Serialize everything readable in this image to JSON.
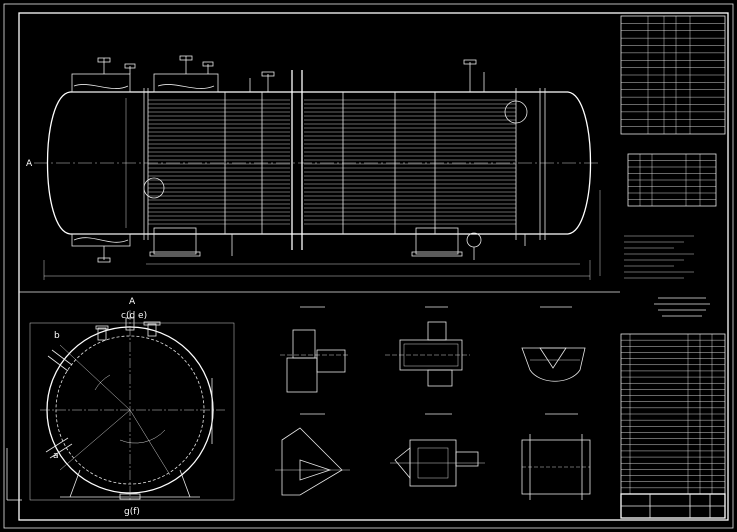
{
  "section_label": "A",
  "nozzle_labels": {
    "top": "A",
    "top_row": "c(d e)",
    "left_upper": "b",
    "left_lower": "a",
    "bottom": "g(f)"
  },
  "colors": {
    "background": "#000000",
    "line": "#e8e8e8"
  }
}
